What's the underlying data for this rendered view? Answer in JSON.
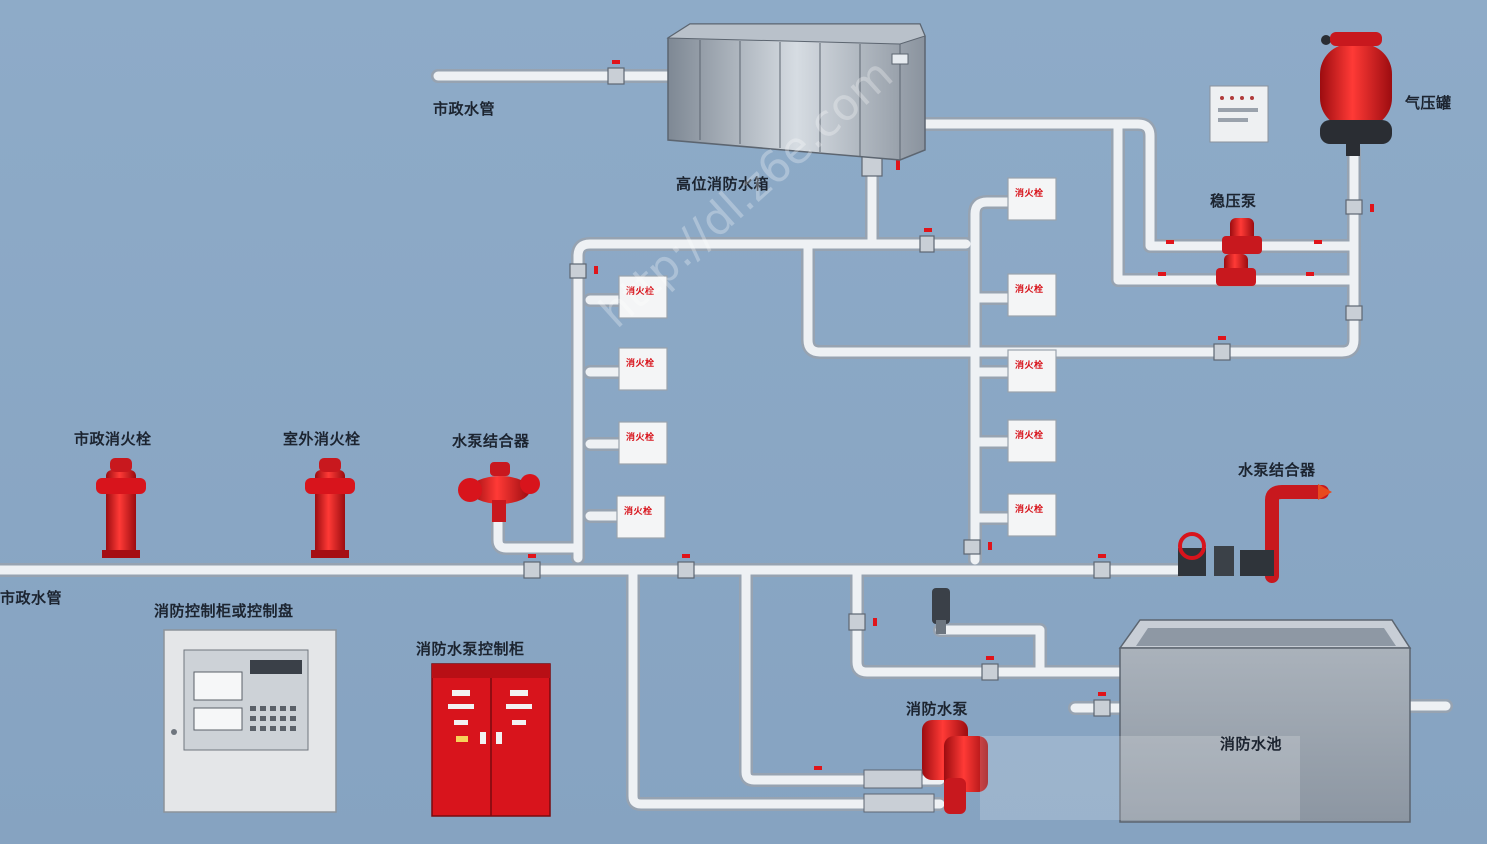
{
  "labels": {
    "municipal_pipe_top": "市政水管",
    "high_tank": "高位消防水箱",
    "pressure_tank": "气压罐",
    "stabilizer_pump": "稳压泵",
    "municipal_hydrant": "市政消火栓",
    "outdoor_hydrant": "室外消火栓",
    "pump_connector_left": "水泵结合器",
    "pump_connector_right": "水泵结合器",
    "municipal_pipe_bottom": "市政水管",
    "fire_control_panel": "消防控制柜或控制盘",
    "pump_control_cabinet": "消防水泵控制柜",
    "fire_pump": "消防水泵",
    "fire_pool": "消防水池"
  },
  "hydrant_box_label": "消火栓",
  "watermark": "http://dl.z6e.com",
  "colors": {
    "background": "#8aa7c4",
    "pipe": "#e8ecf0",
    "pipe_edge": "#9aa4b0",
    "fire_red": "#d8141c"
  }
}
